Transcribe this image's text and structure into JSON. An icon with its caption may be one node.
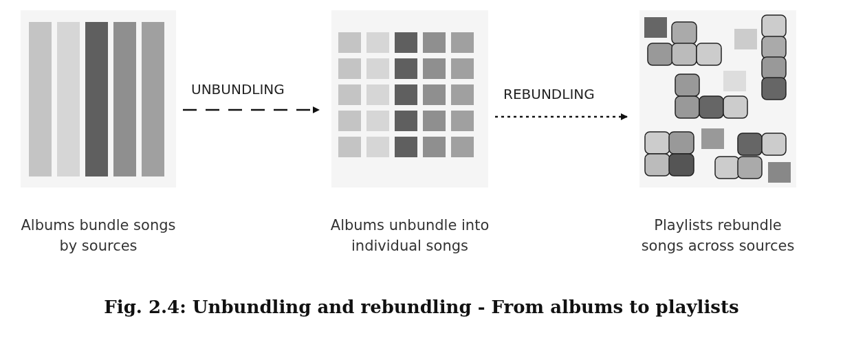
{
  "diagram": {
    "caption": "Fig. 2.4: Unbundling and rebundling - From albums to playlists",
    "nodes": [
      {
        "text": [],
        "shape": "picture",
        "beside": [
          "Albums bundle songs by sources"
        ]
      },
      {
        "text": [],
        "shape": "picture",
        "beside": [
          "Albums unbundle into individual songs"
        ]
      },
      {
        "text": [],
        "shape": "picture",
        "beside": [
          "Playlists rebundle songs across sources"
        ]
      }
    ],
    "edges": [
      {
        "from": 0,
        "to": 1,
        "arrow": "to",
        "label": "UNBUNDLING",
        "style": "dashed"
      },
      {
        "from": 1,
        "to": 2,
        "arrow": "to",
        "label": "REBUNDLING",
        "style": "dashed"
      }
    ]
  }
}
